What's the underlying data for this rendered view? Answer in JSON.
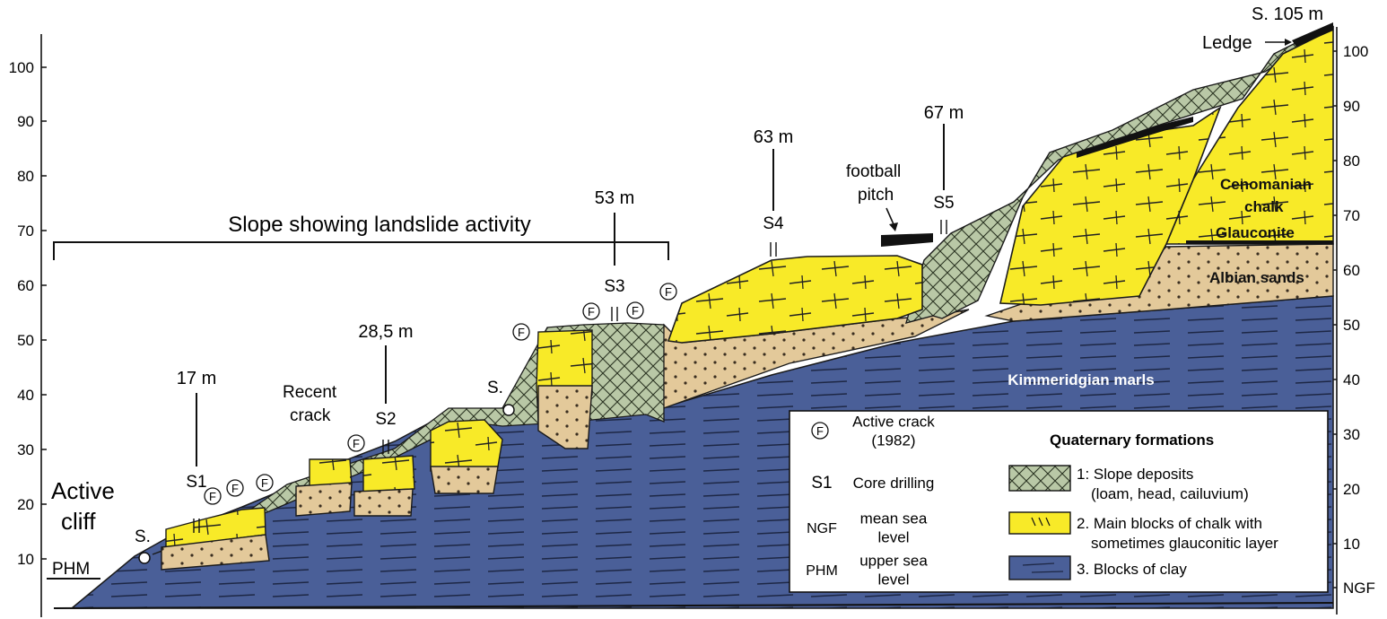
{
  "axes": {
    "left_ticks": [
      "10",
      "20",
      "30",
      "40",
      "50",
      "60",
      "70",
      "80",
      "90",
      "100"
    ],
    "right_ticks": [
      "NGF",
      "10",
      "20",
      "30",
      "40",
      "50",
      "60",
      "70",
      "80",
      "90",
      "100"
    ]
  },
  "title": "Slope showing landslide activity",
  "top_label": "S. 105 m",
  "ledge": "Ledge",
  "active_cliff": [
    "Active",
    "cliff"
  ],
  "phm_label": "PHM",
  "s_marks": [
    "S.",
    "S."
  ],
  "recent_crack": [
    "Recent",
    "crack"
  ],
  "football_pitch": [
    "football",
    "pitch"
  ],
  "drillings": [
    {
      "name": "S1",
      "depth": "17 m"
    },
    {
      "name": "S2",
      "depth": "28,5 m"
    },
    {
      "name": "S3",
      "depth": "53 m"
    },
    {
      "name": "S4",
      "depth": "63 m"
    },
    {
      "name": "S5",
      "depth": "67 m"
    }
  ],
  "crack_symbol": "F",
  "formations": {
    "kimmeridgian": "Kimmeridgian marls",
    "albian": "Albian sands",
    "glauconite": "Glauconite",
    "cenomanian": [
      "Cenomanian",
      "chalk"
    ]
  },
  "legend": {
    "left": [
      {
        "symbol": "F",
        "text": [
          "Active crack",
          "(1982)"
        ]
      },
      {
        "symbol": "S1",
        "text": [
          "Core drilling"
        ]
      },
      {
        "symbol": "NGF",
        "text": [
          "mean sea",
          "level"
        ]
      },
      {
        "symbol": "PHM",
        "text": [
          "upper sea",
          "level"
        ]
      }
    ],
    "right_title": "Quaternary formations",
    "right": [
      {
        "text": [
          "1: Slope deposits",
          "(loam, head, cailuvium)"
        ]
      },
      {
        "text": [
          "2. Main blocks of chalk with",
          "sometimes glauconitic layer"
        ]
      },
      {
        "text": [
          "3. Blocks of clay"
        ]
      }
    ]
  },
  "colors": {
    "clay": "#4a5f98",
    "chalk": "#f8ea28",
    "sand": "#e3c99a",
    "slope": "#b9c8a6",
    "outline": "#111111"
  }
}
